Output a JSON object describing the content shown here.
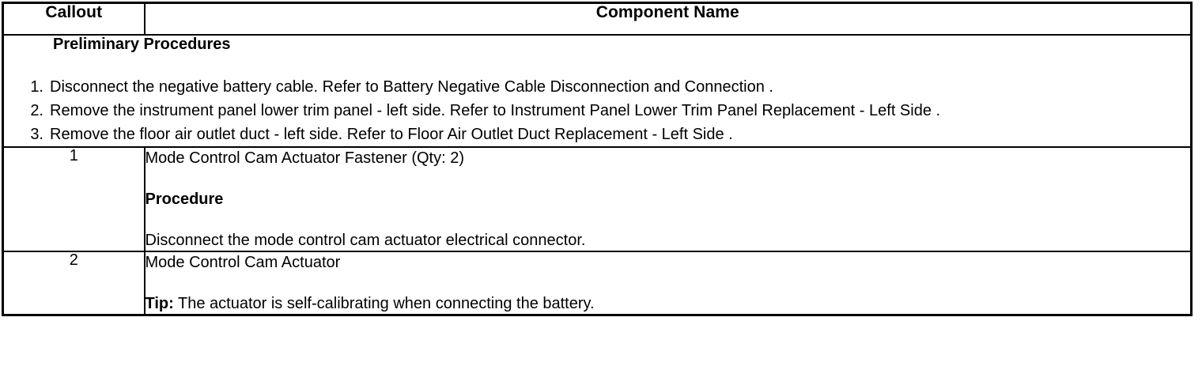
{
  "table": {
    "headers": {
      "callout": "Callout",
      "component_name": "Component Name"
    },
    "preliminary": {
      "title": "Preliminary Procedures",
      "steps": [
        {
          "num": "1.",
          "text": "Disconnect the negative battery cable. Refer to Battery Negative Cable Disconnection and Connection ."
        },
        {
          "num": "2.",
          "text": "Remove the instrument panel lower trim panel - left side. Refer to Instrument Panel Lower Trim Panel Replacement - Left Side ."
        },
        {
          "num": "3.",
          "text": "Remove the floor air outlet duct - left side. Refer to Floor Air Outlet Duct Replacement - Left Side ."
        }
      ]
    },
    "rows": [
      {
        "callout": "1",
        "component": "Mode Control Cam Actuator Fastener (Qty: 2)",
        "procedure_heading": "Procedure",
        "procedure_text": "Disconnect the mode control cam actuator electrical connector."
      },
      {
        "callout": "2",
        "component": "Mode Control Cam Actuator",
        "tip_label": "Tip:",
        "tip_text": "The actuator is self-calibrating when connecting the battery."
      }
    ]
  },
  "colors": {
    "border": "#000000",
    "text": "#000000",
    "background": "#ffffff"
  }
}
